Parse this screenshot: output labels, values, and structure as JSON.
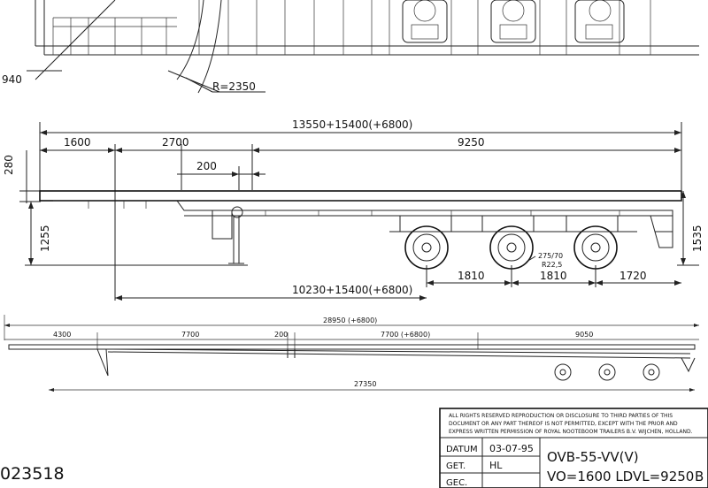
{
  "top_view": {
    "dim_left": "940",
    "radius": "R=2350"
  },
  "side_view": {
    "overall_length": "13550+15400(+6800)",
    "front_overhang": "1600",
    "dim_2700": "2700",
    "dim_9250": "9250",
    "dim_280": "280",
    "dim_200": "200",
    "dim_1255": "1255",
    "dim_1535": "1535",
    "tyre_line1": "275/70",
    "tyre_line2": "R22,5",
    "axle_spacing_1": "1810",
    "axle_spacing_2": "1810",
    "rear_overhang": "1720",
    "kingpin_length": "10230+15400(+6800)"
  },
  "plan_view": {
    "total_extended": "28950 (+6800)",
    "dim_4300": "4300",
    "dim_7700": "7700",
    "dim_200": "200",
    "dim_7700_ext": "7700 (+6800)",
    "dim_9050": "9050",
    "bottom_total": "27350"
  },
  "title_block": {
    "notice": [
      "ALL RIGHTS RESERVED REPRODUCTION OR DISCLOSURE TO THIRD PARTIES OF THIS",
      "DOCUMENT OR ANY PART THEREOF IS NOT PERMITTED, EXCEPT WITH THE PRIOR AND",
      "EXPRESS WRITTEN PERMISSION OF ROYAL NOOTEBOOM TRAILERS B.V. WIJCHEN, HOLLAND."
    ],
    "datum_label": "DATUM",
    "datum_value": "03-07-95",
    "get_label": "GET.",
    "get_value": "HL",
    "gec_label": "GEC.",
    "model": "OVB-55-VV(V)",
    "spec": "VO=1600  LDVL=9250",
    "revision": "B"
  },
  "drawing_number": "023518"
}
